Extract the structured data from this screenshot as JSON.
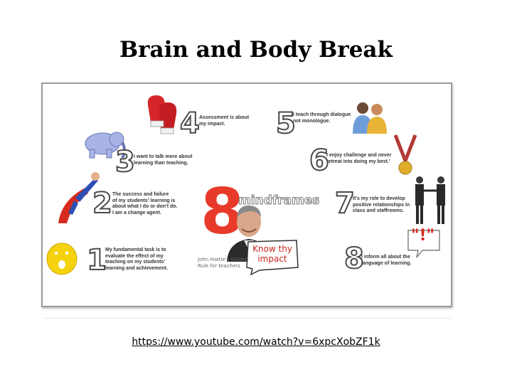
{
  "slide": {
    "title": "Brain and Body Break",
    "link": "https://www.youtube.com/watch?v=6xpcXobZF1k"
  },
  "image": {
    "center_number": "8",
    "center_word": "mindframes",
    "speech_bubble": [
      "Know thy",
      "impact"
    ],
    "book_caption": [
      "John Hattie's Golden",
      "Rule for teachers"
    ],
    "quote_mark": "\"!\"",
    "items": [
      {
        "number": "1",
        "lines": [
          "My fundamental task is to",
          "evaluate the effect of my",
          "teaching on my students'",
          "learning and achievement."
        ],
        "icon": "emoji-face-icon"
      },
      {
        "number": "2",
        "lines": [
          "The success and failure",
          "of my students' learning is",
          "about what I do or don't do.",
          "I am a change agent."
        ],
        "icon": "superhero-icon"
      },
      {
        "number": "3",
        "lines": [
          "I want to talk more about",
          "learning than teaching."
        ],
        "icon": "elephant-icon"
      },
      {
        "number": "4",
        "lines": [
          "Assessment is about",
          "my impact."
        ],
        "icon": "boxing-gloves-icon"
      },
      {
        "number": "5",
        "lines": [
          "I teach through dialogue",
          "not monologue."
        ],
        "icon": "two-people-icon"
      },
      {
        "number": "6",
        "lines": [
          "I enjoy challenge and never",
          "retreat into doing my best.'"
        ],
        "icon": "medal-icon"
      },
      {
        "number": "7",
        "lines": [
          "It's my role to develop",
          "positive relationships in",
          "class and staffrooms."
        ],
        "icon": "handshake-icon"
      },
      {
        "number": "8",
        "lines": [
          "I inform all about the",
          "language of learning."
        ],
        "icon": "speech-bubble-icon"
      }
    ]
  }
}
